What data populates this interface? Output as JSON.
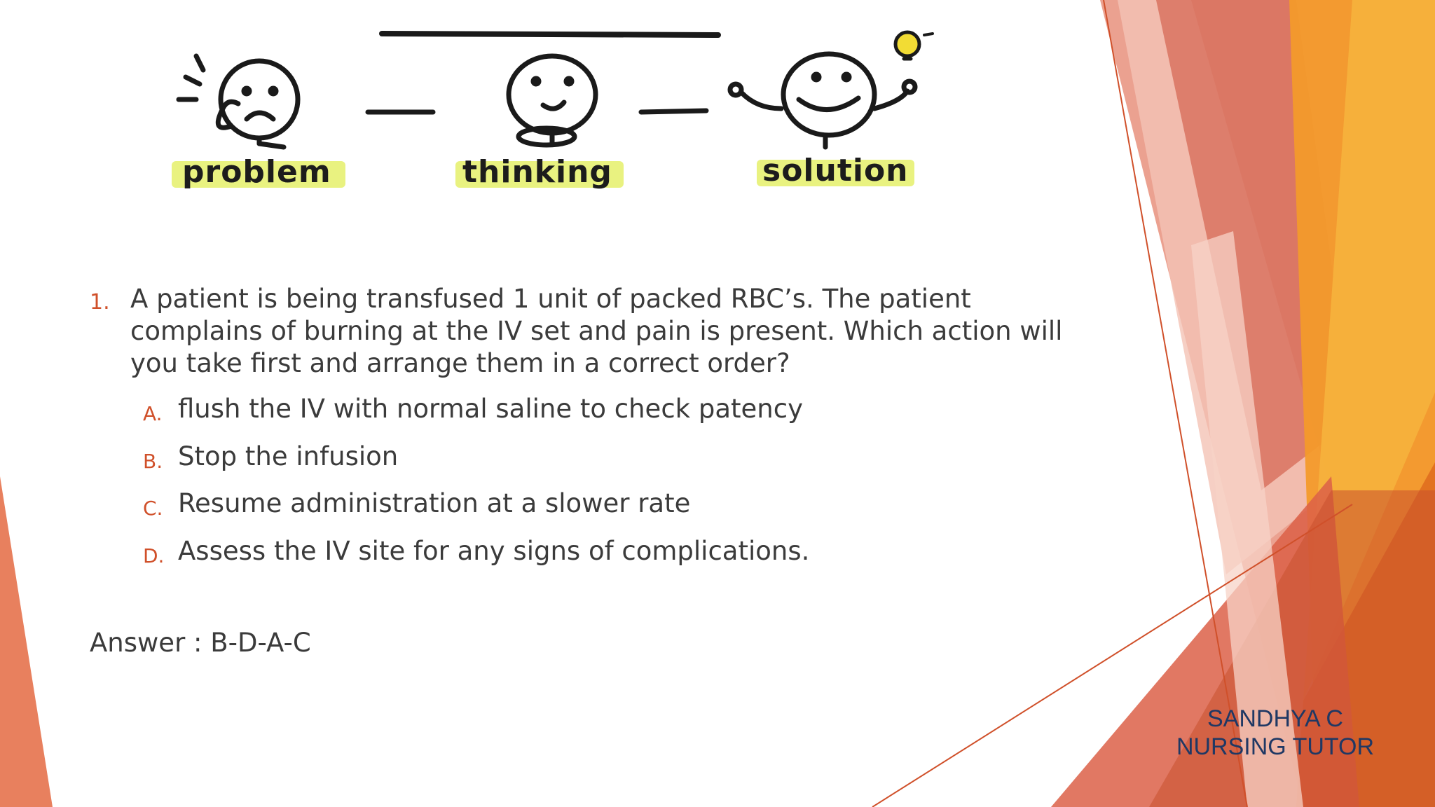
{
  "illustration": {
    "stages": [
      {
        "label": "problem",
        "icon": "confused-face-icon"
      },
      {
        "label": "thinking",
        "icon": "thinking-face-icon"
      },
      {
        "label": "solution",
        "icon": "happy-face-lightbulb-icon"
      }
    ]
  },
  "question": {
    "number": "1.",
    "text": "A patient is being transfused 1 unit of packed RBC’s. The patient complains of burning at the IV set and pain is present. Which action will you take first and arrange them in a correct order?",
    "options": [
      {
        "letter": "A.",
        "text": "flush the IV with normal saline to check patency"
      },
      {
        "letter": "B.",
        "text": "Stop the infusion"
      },
      {
        "letter": "C.",
        "text": "Resume administration at a slower rate"
      },
      {
        "letter": "D.",
        "text": "Assess the IV site for any signs of complications."
      }
    ]
  },
  "answer": "Answer : B-D-A-C",
  "author": {
    "line1": "SANDHYA C",
    "line2": "NURSING TUTOR"
  },
  "colors": {
    "accent": "#d0502a",
    "orange": "#f0a020",
    "salmon": "#e88a70",
    "text": "#3b3b3b",
    "author": "#1f3864",
    "highlight": "#e5f06a"
  }
}
